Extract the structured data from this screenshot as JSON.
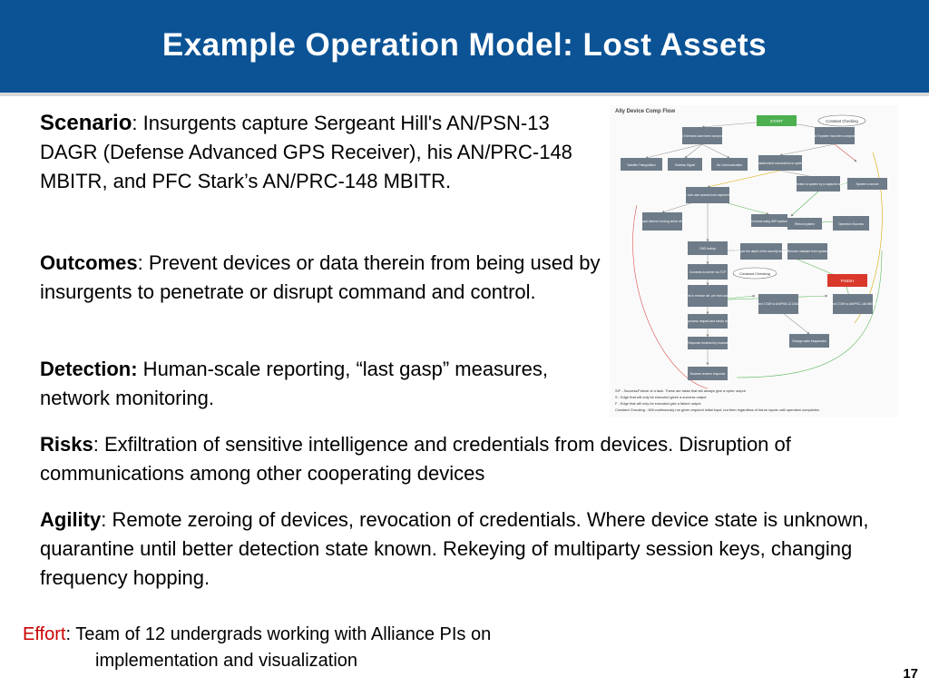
{
  "slide": {
    "title": "Example Operation Model: Lost Assets",
    "page_number": "17"
  },
  "scenario": {
    "label": "Scenario",
    "text": ": Insurgents capture Sergeant Hill's AN/PSN-13 DAGR (Defense Advanced GPS Receiver), his AN/PRC-148 MBITR, and PFC Stark’s AN/PRC-148 MBITR."
  },
  "outcomes": {
    "label": "Outcomes",
    "text": ": Prevent devices or data therein from being used by insurgents to penetrate or disrupt command and control."
  },
  "detection": {
    "label": "Detection:",
    "text": " Human-scale reporting, “last gasp” measures, network monitoring."
  },
  "risks": {
    "label": "Risks",
    "text": ": Exfiltration of sensitive intelligence and credentials from devices. Disruption of communications among other cooperating devices"
  },
  "agility": {
    "label": "Agility",
    "text": ": Remote zeroing of devices, revocation of credentials. Where device state is unknown, quarantine until better detection state known. Rekeying of multiparty session keys, changing frequency hopping."
  },
  "effort": {
    "label": "Effort",
    "line1": ": Team of 12 undergrads working with Alliance PIs on",
    "line2": "implementation and visualization"
  },
  "diagram": {
    "title": "Ally Device Comp Flow",
    "start": "START",
    "finish": "FINISH",
    "constant_checking": "Constant Checking",
    "nodes": {
      "detect_compromised": "Detect if devices have been compromised",
      "detect_system": "Detect if system has been compromised",
      "satellite": "Satellite Triangulation",
      "distress": "Distress Signal",
      "no_comm": "No Communication",
      "unauth": "Unauthorized connections to system",
      "revoke": "Revoke / lock user access from captured soldiers",
      "connection": "Connection to system by a captured soldier",
      "secure": "System is secure",
      "broadcast": "Broadcast internet to bring active directory",
      "connect_wifi": "Connect using WiFi system",
      "reboot": "Reboot system",
      "op_success": "Operation Success",
      "dns": "DNS lookup",
      "analyze": "Analyze the depth of the security breach",
      "remove_malware": "Remove malware from system",
      "connects": "Connects to server via TCP",
      "send_request": "Send Request to remove ctrl. pre from active directory",
      "send_ctar1": "Send CTAR to AN/PSN-13 DAGR",
      "send_ctar2": "Send CTAR to AN/PRC-148 MBITR",
      "server_process": "Server process request and sends response",
      "response_received": "Response received by browser",
      "change_radio": "Change radio frequencies",
      "browser_renders": "Browser renders response"
    },
    "legend": {
      "sf": "S/F - Success/Failure of a task. These are tasks that will always give a cyber output",
      "s": "S - Edge that will only be executed given a success output",
      "f": "F - Edge that will only be executed give a failure output",
      "cc": "Constant Checking - Will continuously run given required initial input, but then regardless of future inputs until operation completion"
    },
    "colors": {
      "node": "#6e7b88",
      "start": "#4caf50",
      "finish": "#d9382b",
      "s_edge": "#5cb85c",
      "f_edge": "#d9534f",
      "sf_edge": "#d9a800"
    }
  }
}
